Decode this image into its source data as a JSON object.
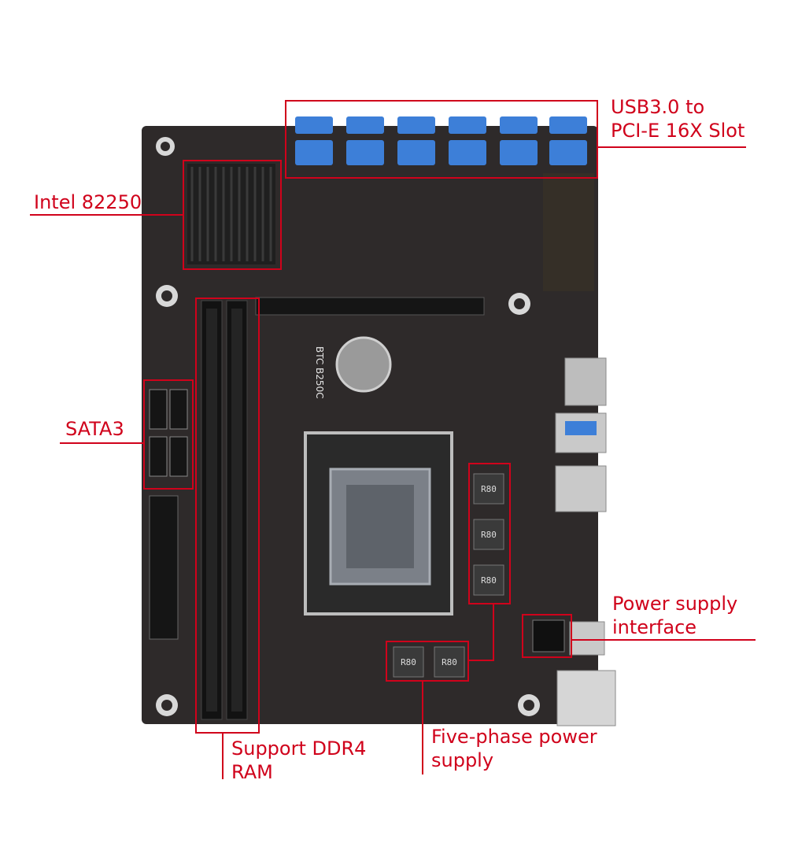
{
  "colors": {
    "annotation": "#d0021b",
    "board": "#2e2a2a",
    "port_blue": "#3d7fd8",
    "heatsink": "#1f1f1f"
  },
  "board": {
    "silkscreen_model": "BTC B250C",
    "coil_label": "R80"
  },
  "annotations": {
    "usb": {
      "line1": "USB3.0 to",
      "line2": "PCI-E 16X Slot"
    },
    "intel": {
      "text": "Intel 82250"
    },
    "sata": {
      "text": "SATA3"
    },
    "ddr4": {
      "line1": "Support DDR4",
      "line2": "RAM"
    },
    "power_supply_phase": {
      "line1": "Five-phase power",
      "line2": "supply"
    },
    "power_interface": {
      "line1": "Power supply",
      "line2": "interface"
    }
  }
}
